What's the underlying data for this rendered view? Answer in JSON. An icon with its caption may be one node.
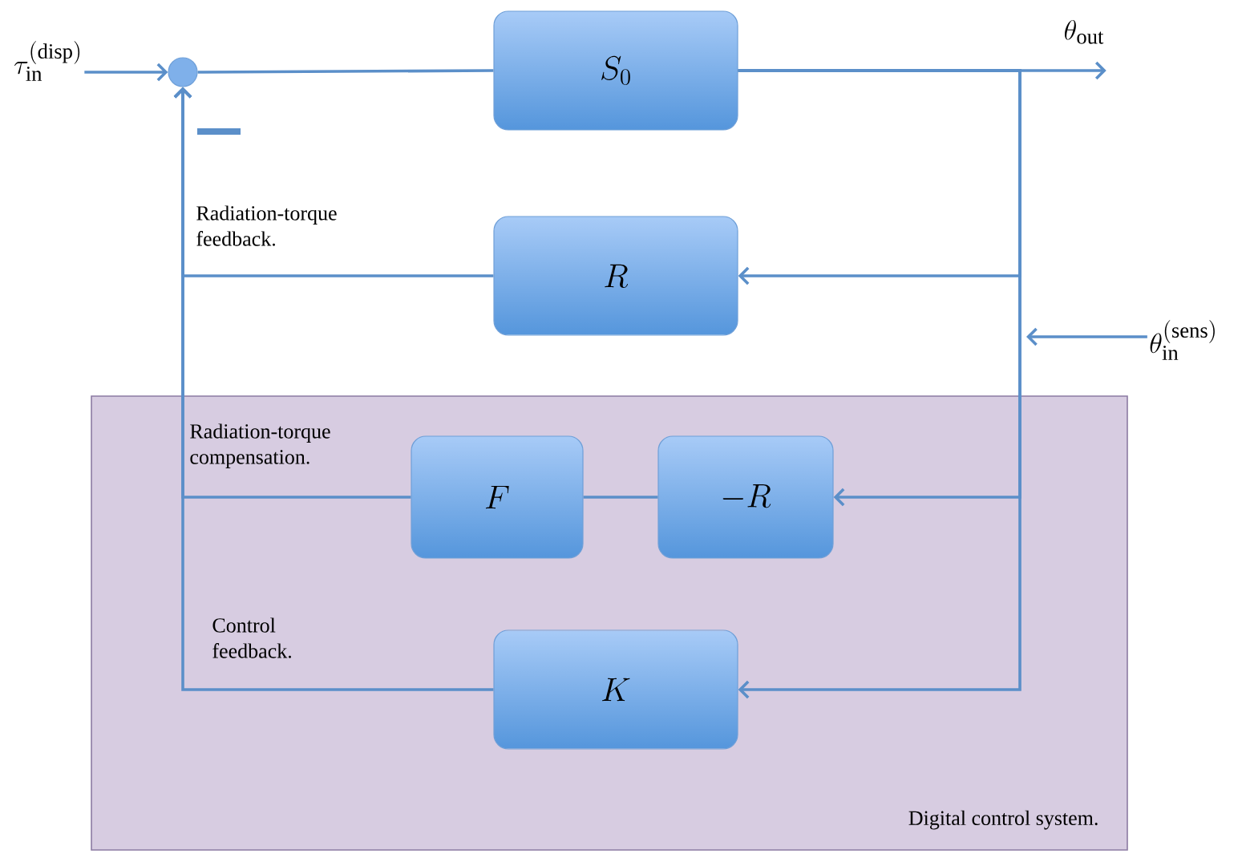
{
  "diagram": {
    "nodes": [
      {
        "text": [
          "\\tau_{\\rm in}^{(\\rm disp)}"
        ]
      },
      {
        "text": [],
        "shape": "circle"
      },
      {
        "text": [
          "S_0"
        ]
      },
      {
        "text": [
          "\\theta_{\\rm out}"
        ]
      },
      {
        "text": [
          "R"
        ]
      },
      {
        "text": [
          "\\theta_{\\rm in}^{(\\rm sens)}"
        ]
      },
      {
        "text": [
          "Digital control system."
        ]
      },
      {
        "text": [
          "F"
        ],
        "in": 6
      },
      {
        "text": [
          "-R"
        ],
        "in": 6
      },
      {
        "text": [
          "K"
        ],
        "in": 6
      }
    ],
    "edges": [
      {
        "from": 0,
        "to": 1,
        "arrow": "to"
      },
      {
        "from": 1,
        "to": 2,
        "arrow": "none"
      },
      {
        "from": 2,
        "to": 3,
        "arrow": "to"
      },
      {
        "from": 2,
        "to": 4,
        "arrow": "to"
      },
      {
        "from": 2,
        "to": 8,
        "arrow": "to"
      },
      {
        "from": 2,
        "to": 9,
        "arrow": "to"
      },
      {
        "from": 5,
        "to": null,
        "arrow": "to"
      },
      {
        "from": 4,
        "to": 1,
        "arrow": "to"
      },
      {
        "from": 8,
        "to": 7,
        "arrow": "none"
      },
      {
        "from": 7,
        "to": 1,
        "arrow": "to"
      },
      {
        "from": 9,
        "to": 1,
        "arrow": "to"
      }
    ],
    "labels": [
      "Radiation-torque feedback.",
      "Radiation-torque compensation.",
      "Control feedback."
    ]
  }
}
